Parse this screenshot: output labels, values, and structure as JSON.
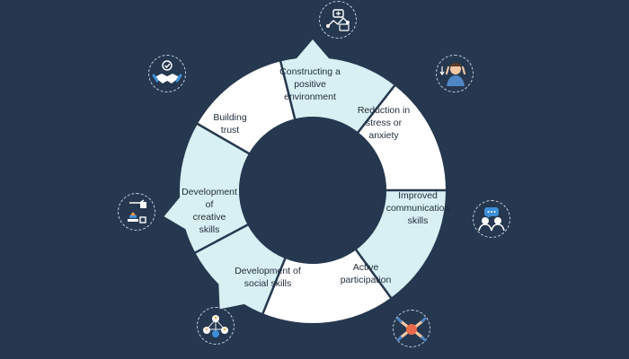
{
  "segments": [
    {
      "id": "constructing",
      "lines": [
        "Constructing a",
        "positive",
        "environment"
      ],
      "fill": "#d8eff3"
    },
    {
      "id": "reduction",
      "lines": [
        "Reduction in",
        "stress or",
        "anxiety"
      ],
      "fill": "#ffffff"
    },
    {
      "id": "communication",
      "lines": [
        "Improved",
        "communication",
        "skills"
      ],
      "fill": "#d8eff3"
    },
    {
      "id": "participation",
      "lines": [
        "Active",
        "participation"
      ],
      "fill": "#ffffff"
    },
    {
      "id": "social",
      "lines": [
        "Development of",
        "social skills"
      ],
      "fill": "#d8eff3"
    },
    {
      "id": "creative",
      "lines": [
        "Development",
        "of",
        "creative",
        "skills"
      ],
      "fill": "#d8eff3"
    },
    {
      "id": "trust",
      "lines": [
        "Building",
        "trust"
      ],
      "fill": "#ffffff"
    }
  ],
  "icons": [
    {
      "name": "teamwork-puzzle-icon"
    },
    {
      "name": "stressed-person-icon"
    },
    {
      "name": "chat-people-icon"
    },
    {
      "name": "joined-hands-icon"
    },
    {
      "name": "network-people-icon"
    },
    {
      "name": "stacking-blocks-icon"
    },
    {
      "name": "handshake-check-icon"
    }
  ],
  "colors": {
    "background": "#25384f",
    "segment_light": "#d8eff3",
    "segment_white": "#ffffff",
    "divider": "#25384f",
    "accent_blue": "#3d8fd6",
    "accent_orange": "#e8694a"
  }
}
